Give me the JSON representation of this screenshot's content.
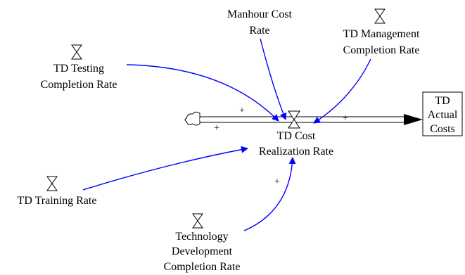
{
  "diagram": {
    "stock": {
      "line1": "TD",
      "line2": "Actual",
      "line3": "Costs"
    },
    "flow": {
      "line1": "TD Cost",
      "line2": "Realization Rate"
    },
    "variables": {
      "manhour_line1": "Manhour Cost",
      "manhour_line2": "Rate",
      "management_line1": "TD Management",
      "management_line2": "Completion Rate",
      "testing_line1": "TD Testing",
      "testing_line2": "Completion Rate",
      "training": "TD Training Rate",
      "techdev_line1": "Technology",
      "techdev_line2": "Development",
      "techdev_line3": "Completion Rate"
    },
    "polarity": {
      "testing": "+",
      "training": "+",
      "techdev": "+",
      "outflow": "+"
    },
    "colors": {
      "link": "#0000ff",
      "pipe": "#000000",
      "background": "#ffffff"
    }
  }
}
